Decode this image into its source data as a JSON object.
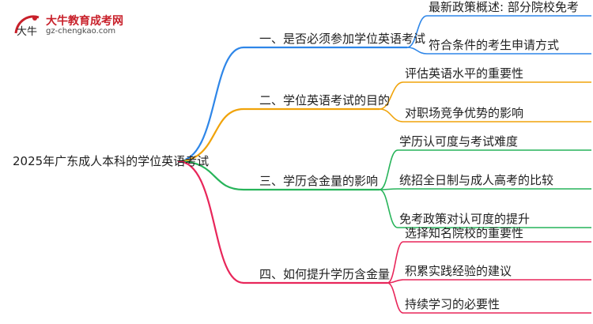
{
  "logo": {
    "name": "大牛教育成考网",
    "url": "gz-chengkao.com",
    "mark_text": "大牛"
  },
  "root": "2025年广东成人本科的学位英语考试",
  "branches": [
    {
      "label": "一、是否必须参加学位英语考试",
      "color": "#2e86e8",
      "children": [
        "最新政策概述: 部分院校免考",
        "符合条件的考生申请方式"
      ]
    },
    {
      "label": "二、学位英语考试的目的",
      "color": "#f0a30a",
      "children": [
        "评估英语水平的重要性",
        "对职场竞争优势的影响"
      ]
    },
    {
      "label": "三、学历含金量的影响",
      "color": "#27b45a",
      "children": [
        "学历认可度与考试难度",
        "统招全日制与成人高考的比较",
        "免考政策对认可度的提升"
      ]
    },
    {
      "label": "四、如何提升学历含金量",
      "color": "#e8265a",
      "children": [
        "选择知名院校的重要性",
        "积累实践经验的建议",
        "持续学习的必要性"
      ]
    }
  ]
}
